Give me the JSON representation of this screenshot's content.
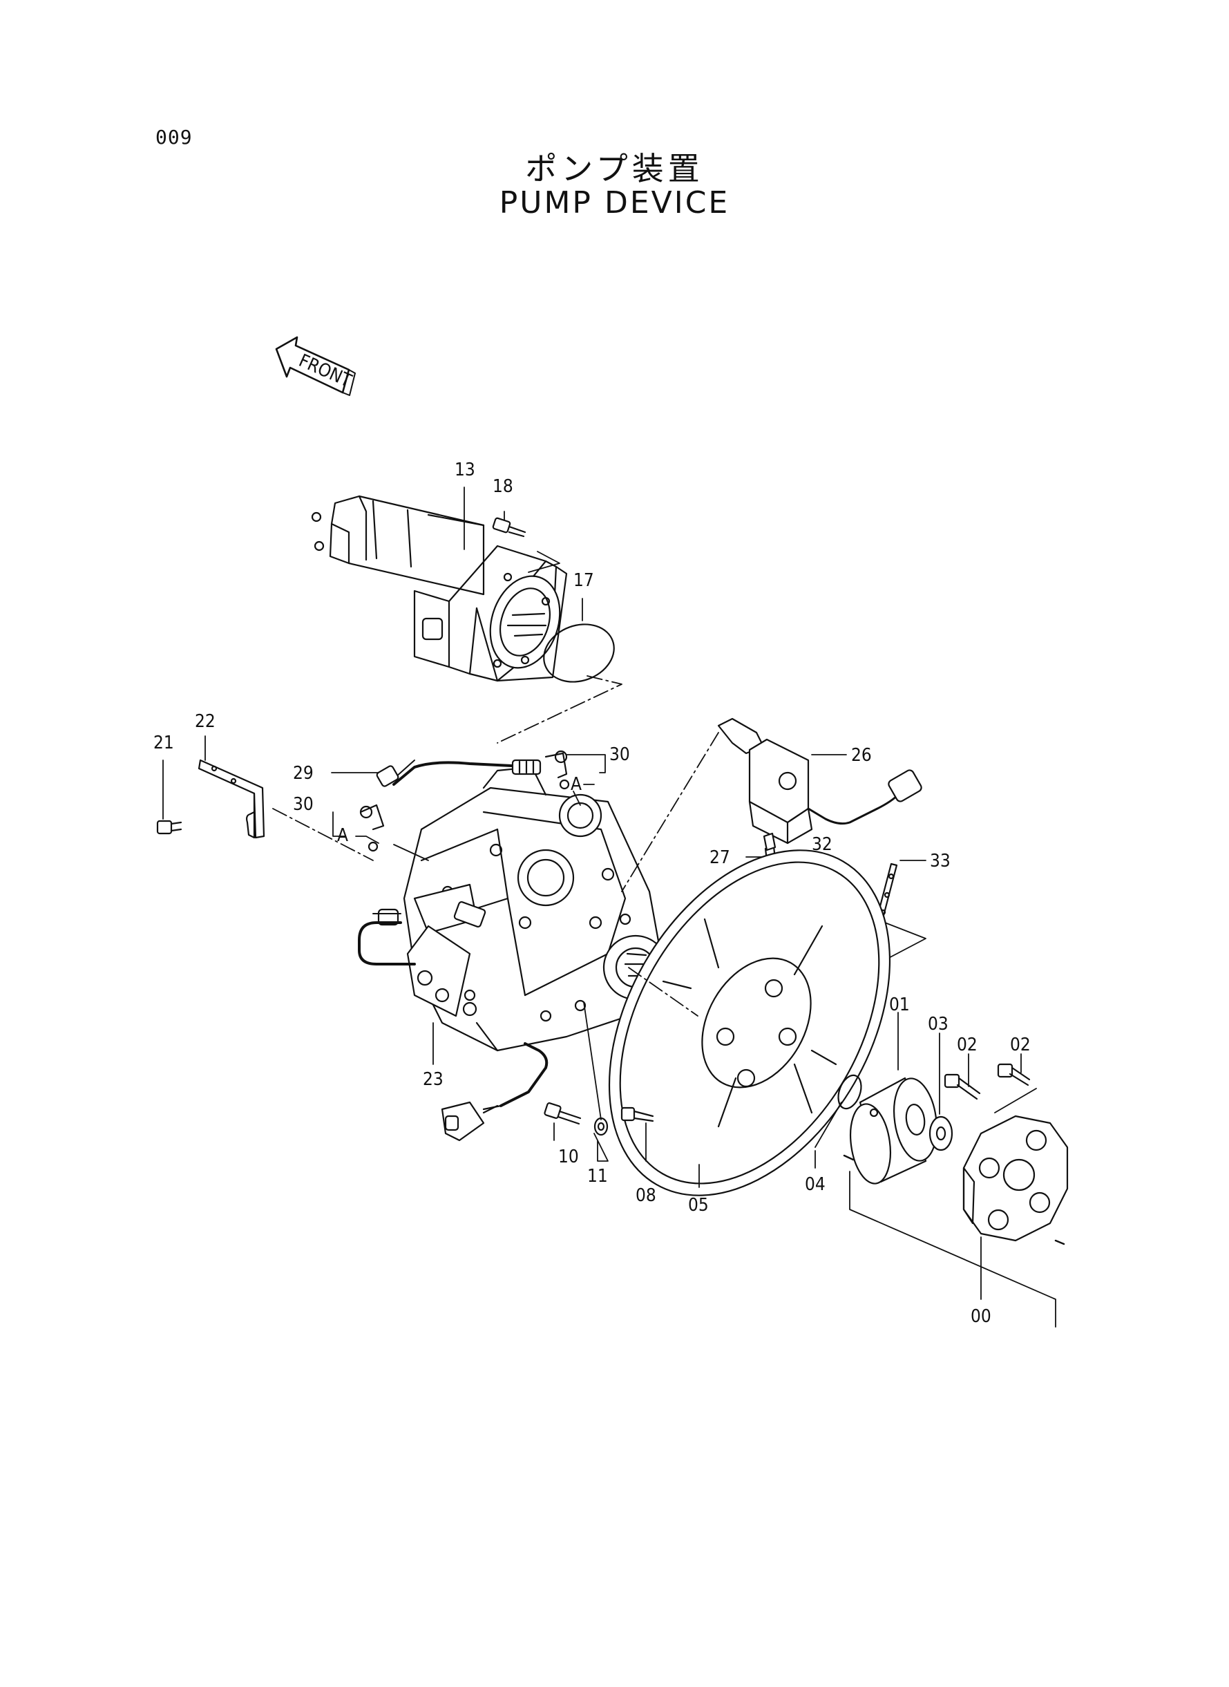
{
  "header": {
    "page_number": "009",
    "title_jp": "ポンプ装置",
    "title_en": "PUMP DEVICE"
  },
  "front_marker": "FRONT",
  "ref_letter": "A",
  "callouts": {
    "c00": "00",
    "c01": "01",
    "c02a": "02",
    "c02b": "02",
    "c03": "03",
    "c04": "04",
    "c05": "05",
    "c08": "08",
    "c10": "10",
    "c11": "11",
    "c13": "13",
    "c17": "17",
    "c18": "18",
    "c21": "21",
    "c22": "22",
    "c23": "23",
    "c26": "26",
    "c27": "27",
    "c29": "29",
    "c30a": "30",
    "c30b": "30",
    "c32": "32",
    "c33": "33"
  }
}
